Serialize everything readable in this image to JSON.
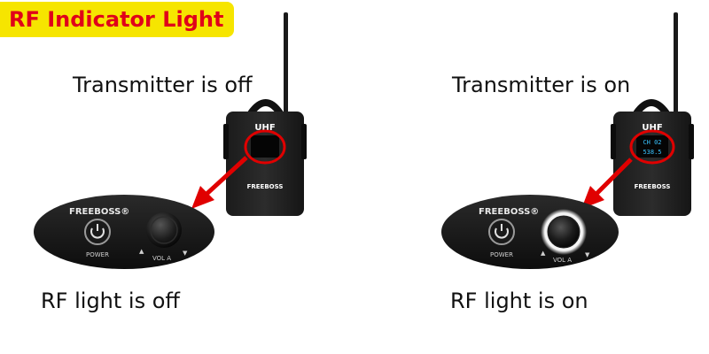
{
  "title": "RF Indicator Light",
  "colors": {
    "badge_bg": "#f6e500",
    "badge_text": "#e0001a",
    "highlight": "#e00000",
    "screen_on": "#39c3ff"
  },
  "panels": [
    {
      "top_caption": "Transmitter is off",
      "bottom_caption": "RF light is off",
      "device": {
        "band_label": "UHF",
        "brand": "FREEBOSS",
        "screen_lines": []
      },
      "closeup": {
        "brand": "FREEBOSS®",
        "power_label": "POWER",
        "volume_label": "VOL A",
        "rf_ring_lit": false
      }
    },
    {
      "top_caption": "Transmitter is on",
      "bottom_caption": "RF light is on",
      "device": {
        "band_label": "UHF",
        "brand": "FREEBOSS",
        "screen_lines": [
          "CH 02",
          "538.5"
        ]
      },
      "closeup": {
        "brand": "FREEBOSS®",
        "power_label": "POWER",
        "volume_label": "VOL A",
        "rf_ring_lit": true
      }
    }
  ]
}
